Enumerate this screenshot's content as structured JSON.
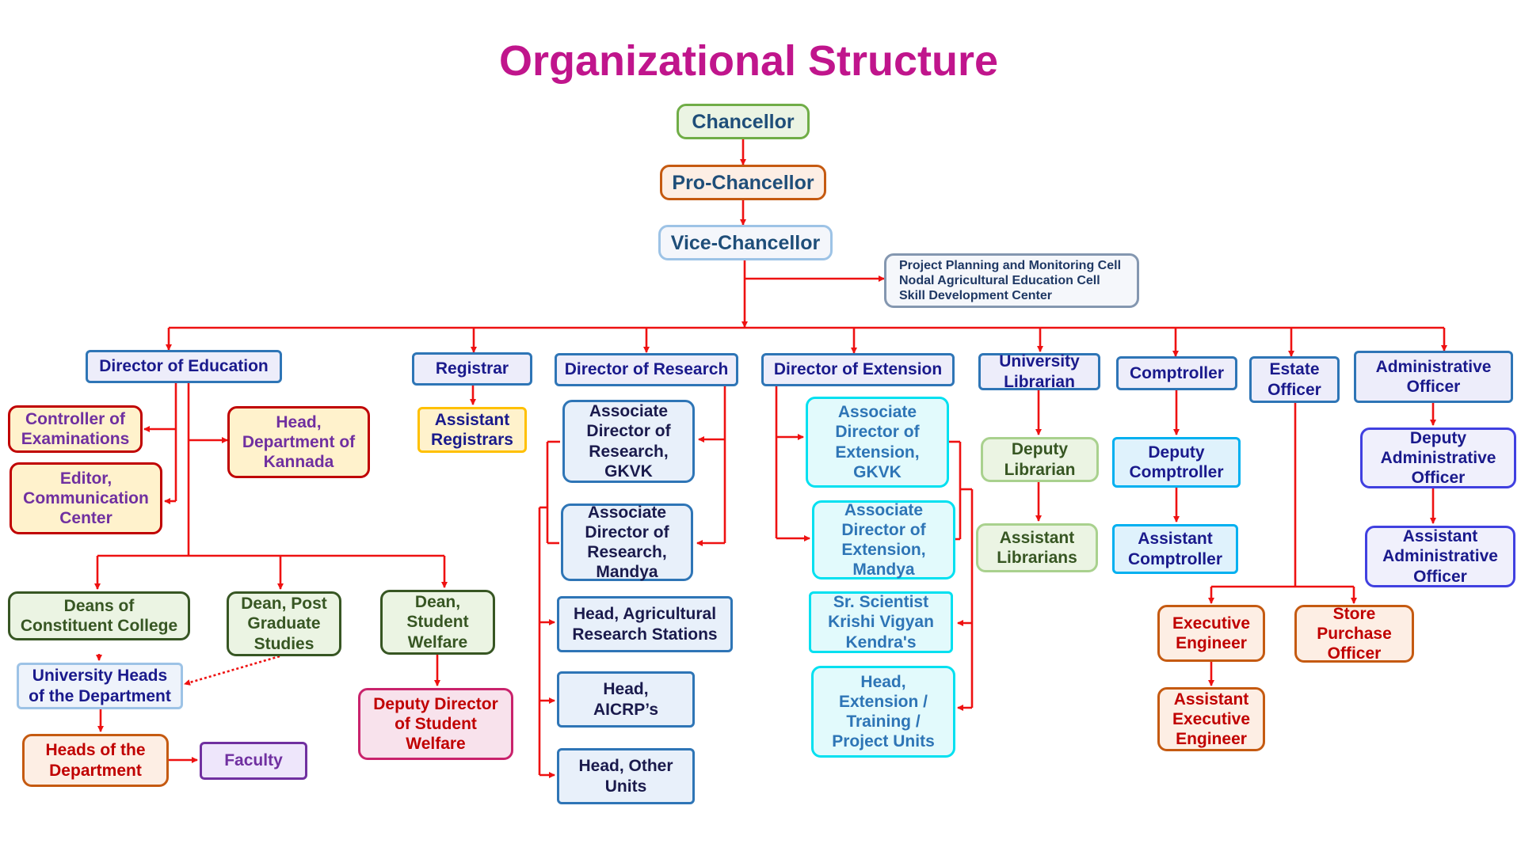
{
  "title": "Organizational Structure",
  "colors": {
    "title": "#c0158c",
    "connector": "#ee1111",
    "navy_text": "#1a1a8c",
    "blue_text": "#1f4e79"
  },
  "boxes": {
    "chancellor": "Chancellor",
    "pro_chancellor": "Pro-Chancellor",
    "vice_chancellor": "Vice-Chancellor",
    "cells": "Project Planning and Monitoring Cell\nNodal Agricultural Education Cell\nSkill Development Center",
    "director_education": "Director of Education",
    "controller_exams": "Controller of\nExaminations",
    "editor_comm": "Editor,\nCommunication\nCenter",
    "head_kannada": "Head,\nDepartment of\nKannada",
    "deans_constituent": "Deans of\nConstituent College",
    "dean_pg": "Dean, Post\nGraduate\nStudies",
    "dean_student_welfare": "Dean,\nStudent\nWelfare",
    "univ_heads_dept": "University Heads\nof the Department",
    "heads_dept": "Heads of the\nDepartment",
    "faculty": "Faculty",
    "deputy_director_welfare": "Deputy Director\nof Student\nWelfare",
    "registrar": "Registrar",
    "asst_registrars": "Assistant\nRegistrars",
    "director_research": "Director of Research",
    "adr_gkvk": "Associate\nDirector of\nResearch,\nGKVK",
    "adr_mandya": "Associate\nDirector of\nResearch,\nMandya",
    "head_ars": "Head, Agricultural\nResearch Stations",
    "head_aicrp": "Head,\nAICRP’s",
    "head_other": "Head, Other\nUnits",
    "director_extension": "Director of Extension",
    "ade_gkvk": "Associate\nDirector of\nExtension,\nGKVK",
    "ade_mandya": "Associate\nDirector of\nExtension,\nMandya",
    "sr_scientist": "Sr. Scientist\nKrishi Vigyan\nKendra's",
    "head_ext_units": "Head,\nExtension /\nTraining /\nProject Units",
    "univ_librarian": "University\nLibrarian",
    "deputy_librarian": "Deputy\nLibrarian",
    "asst_librarians": "Assistant\nLibrarians",
    "comptroller": "Comptroller",
    "deputy_comptroller": "Deputy\nComptroller",
    "asst_comptroller": "Assistant\nComptroller",
    "estate_officer": "Estate\nOfficer",
    "exec_engineer": "Executive\nEngineer",
    "asst_exec_engineer": "Assistant\nExecutive\nEngineer",
    "store_purchase": "Store\nPurchase\nOfficer",
    "admin_officer": "Administrative\nOfficer",
    "deputy_admin": "Deputy\nAdministrative\nOfficer",
    "asst_admin": "Assistant\nAdministrative\nOfficer"
  }
}
